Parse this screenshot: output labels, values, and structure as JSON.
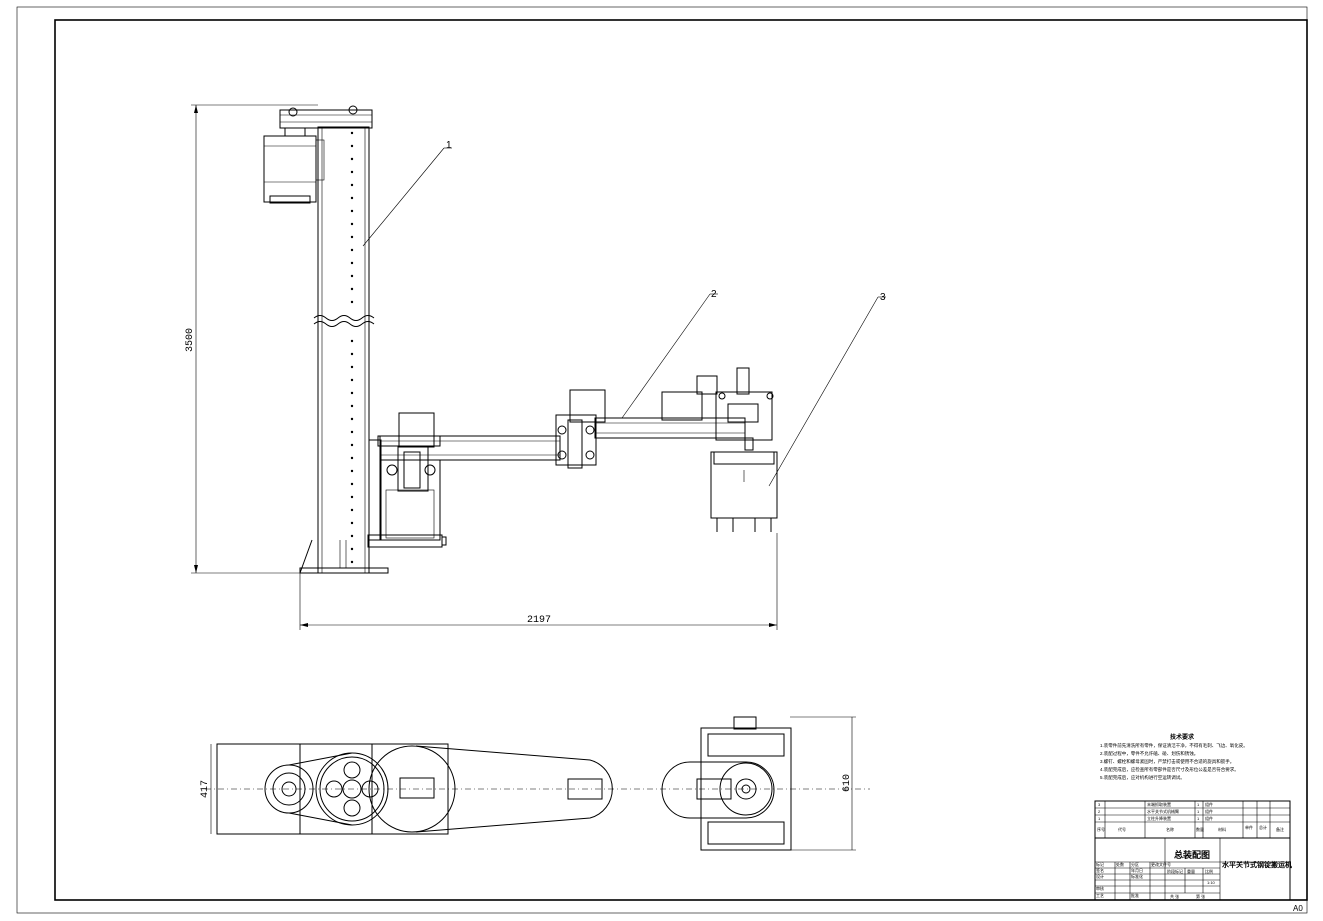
{
  "dimensions": {
    "total_height": "3500",
    "total_length": "2197",
    "plan_depth_left": "417",
    "plan_depth_right": "610"
  },
  "part_labels": [
    "1",
    "2",
    "3"
  ],
  "notes": {
    "title": "技术要求",
    "lines": [
      "1.装零件前先清洗所有零件，保证清洁干净，不得有毛刺、飞边、氧化皮。",
      "2.装配过程中，零件不允许磕、碰、划伤和锈蚀。",
      "3.螺钉、螺栓和螺母紧固时，严禁打击或使用不合适的旋具和扳手。",
      "4.装配完成后，应检查所有零部件是否尺寸及形位公差是否符合要求。",
      "5.装配完成后，应对机构进行空运转调试。"
    ]
  },
  "title_block": {
    "drawing_title": "总装配图",
    "product_name": "水平关节式钢锭搬运机",
    "scale": "1:10",
    "rows": [
      {
        "no": "3",
        "name": "末端抓取装置",
        "qty": "1",
        "note": "组件"
      },
      {
        "no": "2",
        "name": "水平关节式机械臂",
        "qty": "1",
        "note": "组件"
      },
      {
        "no": "1",
        "name": "立柱升降装置",
        "qty": "1",
        "note": "组件"
      }
    ],
    "headers": [
      "序号",
      "代号",
      "名称",
      "数量",
      "材料",
      "单件",
      "总计",
      "备注"
    ],
    "sign_labels": [
      "标记",
      "处数",
      "分区",
      "更改文件号",
      "签名",
      "年月日",
      "设计",
      "标准化",
      "审核",
      "工艺",
      "批准"
    ],
    "stage_labels": [
      "阶段标记",
      "重量",
      "比例",
      "共 张",
      "第 张"
    ]
  },
  "sheet_size": "A0"
}
